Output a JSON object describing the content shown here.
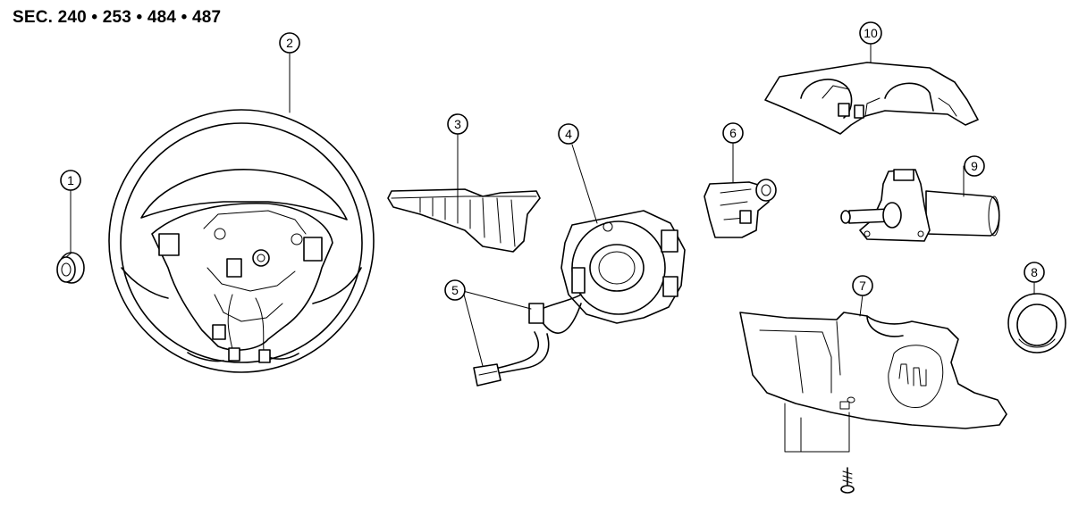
{
  "header": {
    "section_code": "SEC. 240 • 253 • 484 • 487"
  },
  "callouts": [
    {
      "id": 1,
      "label": "1"
    },
    {
      "id": 2,
      "label": "2"
    },
    {
      "id": 3,
      "label": "3"
    },
    {
      "id": 4,
      "label": "4"
    },
    {
      "id": 5,
      "label": "5"
    },
    {
      "id": 6,
      "label": "6"
    },
    {
      "id": 7,
      "label": "7"
    },
    {
      "id": 8,
      "label": "8"
    },
    {
      "id": 9,
      "label": "9"
    },
    {
      "id": 10,
      "label": "10"
    }
  ],
  "colors": {
    "line": "#000000",
    "background": "#ffffff"
  }
}
